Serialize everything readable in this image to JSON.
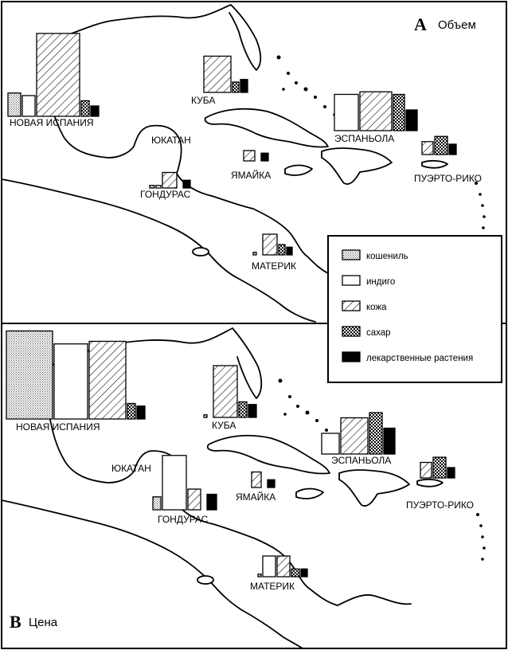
{
  "colors": {
    "cochineal": "#d8d8d8",
    "indigo": "#ffffff",
    "leather": "#ffffff",
    "sugar": "#9a9a9a",
    "medicinal": "#000000"
  },
  "legend": {
    "items": [
      {
        "key": "cochineal",
        "label": "кошениль"
      },
      {
        "key": "indigo",
        "label": "индиго"
      },
      {
        "key": "leather",
        "label": "кожа"
      },
      {
        "key": "sugar",
        "label": "сахар"
      },
      {
        "key": "medicinal",
        "label": "лекарственные растения"
      }
    ]
  },
  "panels": [
    {
      "letter": "A",
      "title": "Объем",
      "regions": [
        {
          "label": "НОВАЯ ИСПАНИЯ",
          "values": [
            9,
            8,
            32,
            6,
            4
          ]
        },
        {
          "label": "КУБА",
          "values": [
            0,
            0,
            14,
            4,
            5
          ]
        },
        {
          "label": "ЭСПАНЬОЛА",
          "values": [
            0,
            14,
            15,
            14,
            8
          ]
        },
        {
          "label": "ПУЭРТО-РИКО",
          "values": [
            0,
            0,
            5,
            7,
            4
          ]
        },
        {
          "label": "ЯМАЙКА",
          "values": [
            0,
            0,
            4,
            0,
            3
          ]
        },
        {
          "label": "ГОНДУРАС",
          "values": [
            1,
            1,
            6,
            0,
            3
          ]
        },
        {
          "label": "МАТЕРИК",
          "values": [
            1,
            0,
            8,
            4,
            3
          ]
        }
      ],
      "plain_labels": [
        {
          "label": "ЮКАТАН"
        }
      ]
    },
    {
      "letter": "B",
      "title": "Цена",
      "regions": [
        {
          "label": "НОВАЯ ИСПАНИЯ",
          "values": [
            34,
            29,
            30,
            6,
            5
          ]
        },
        {
          "label": "КУБА",
          "values": [
            1,
            0,
            20,
            6,
            5
          ]
        },
        {
          "label": "ЭСПАНЬОЛА",
          "values": [
            0,
            8,
            14,
            16,
            10
          ]
        },
        {
          "label": "ПУЭРТО-РИКО",
          "values": [
            0,
            0,
            6,
            8,
            4
          ]
        },
        {
          "label": "ЯМАЙКА",
          "values": [
            0,
            0,
            6,
            0,
            3
          ]
        },
        {
          "label": "ГОНДУРАС",
          "values": [
            5,
            21,
            8,
            0,
            6
          ]
        },
        {
          "label": "МАТЕРИК",
          "values": [
            1,
            8,
            8,
            3,
            3
          ]
        }
      ],
      "plain_labels": [
        {
          "label": "ЮКАТАН"
        }
      ]
    }
  ]
}
